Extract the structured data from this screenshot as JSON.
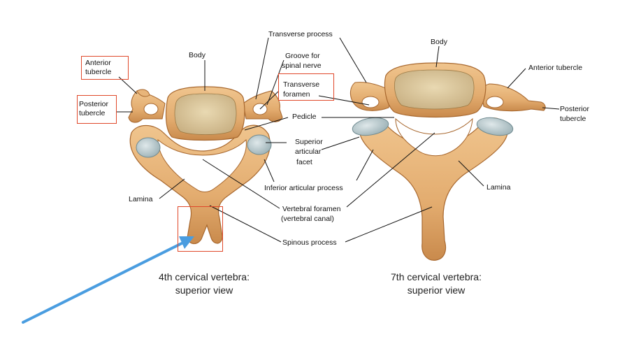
{
  "labels": {
    "body_left": "Body",
    "anterior_tubercle_left_1": "Anterior",
    "anterior_tubercle_left_2": "tubercle",
    "posterior_tubercle_left_1": "Posterior",
    "posterior_tubercle_left_2": "tubercle",
    "transverse_process": "Transverse process",
    "groove_1": "Groove for",
    "groove_2": "spinal nerve",
    "transverse_foramen_1": "Transverse",
    "transverse_foramen_2": "foramen",
    "pedicle": "Pedicle",
    "superior_articular_facet_1": "Superior",
    "superior_articular_facet_2": "articular",
    "superior_articular_facet_3": "facet",
    "inferior_articular_process": "Inferior articular process",
    "lamina_left": "Lamina",
    "vertebral_foramen_1": "Vertebral foramen",
    "vertebral_foramen_2": "(vertebral canal)",
    "spinous_process": "Spinous process",
    "body_right": "Body",
    "anterior_tubercle_right": "Anterior tubercle",
    "posterior_tubercle_right_1": "Posterior",
    "posterior_tubercle_right_2": "tubercle",
    "lamina_right": "Lamina"
  },
  "captions": {
    "left_1": "4th cervical vertebra:",
    "left_2": "superior view",
    "right_1": "7th cervical vertebra:",
    "right_2": "superior view"
  },
  "colors": {
    "highlight_box": "#e0482a",
    "pointer_arrow": "#4a9de0",
    "bone": "#e3ac6f",
    "bone_dark": "#b9783d",
    "body_surface": "#dcc79c",
    "articular_facet": "#b9cbcf"
  }
}
